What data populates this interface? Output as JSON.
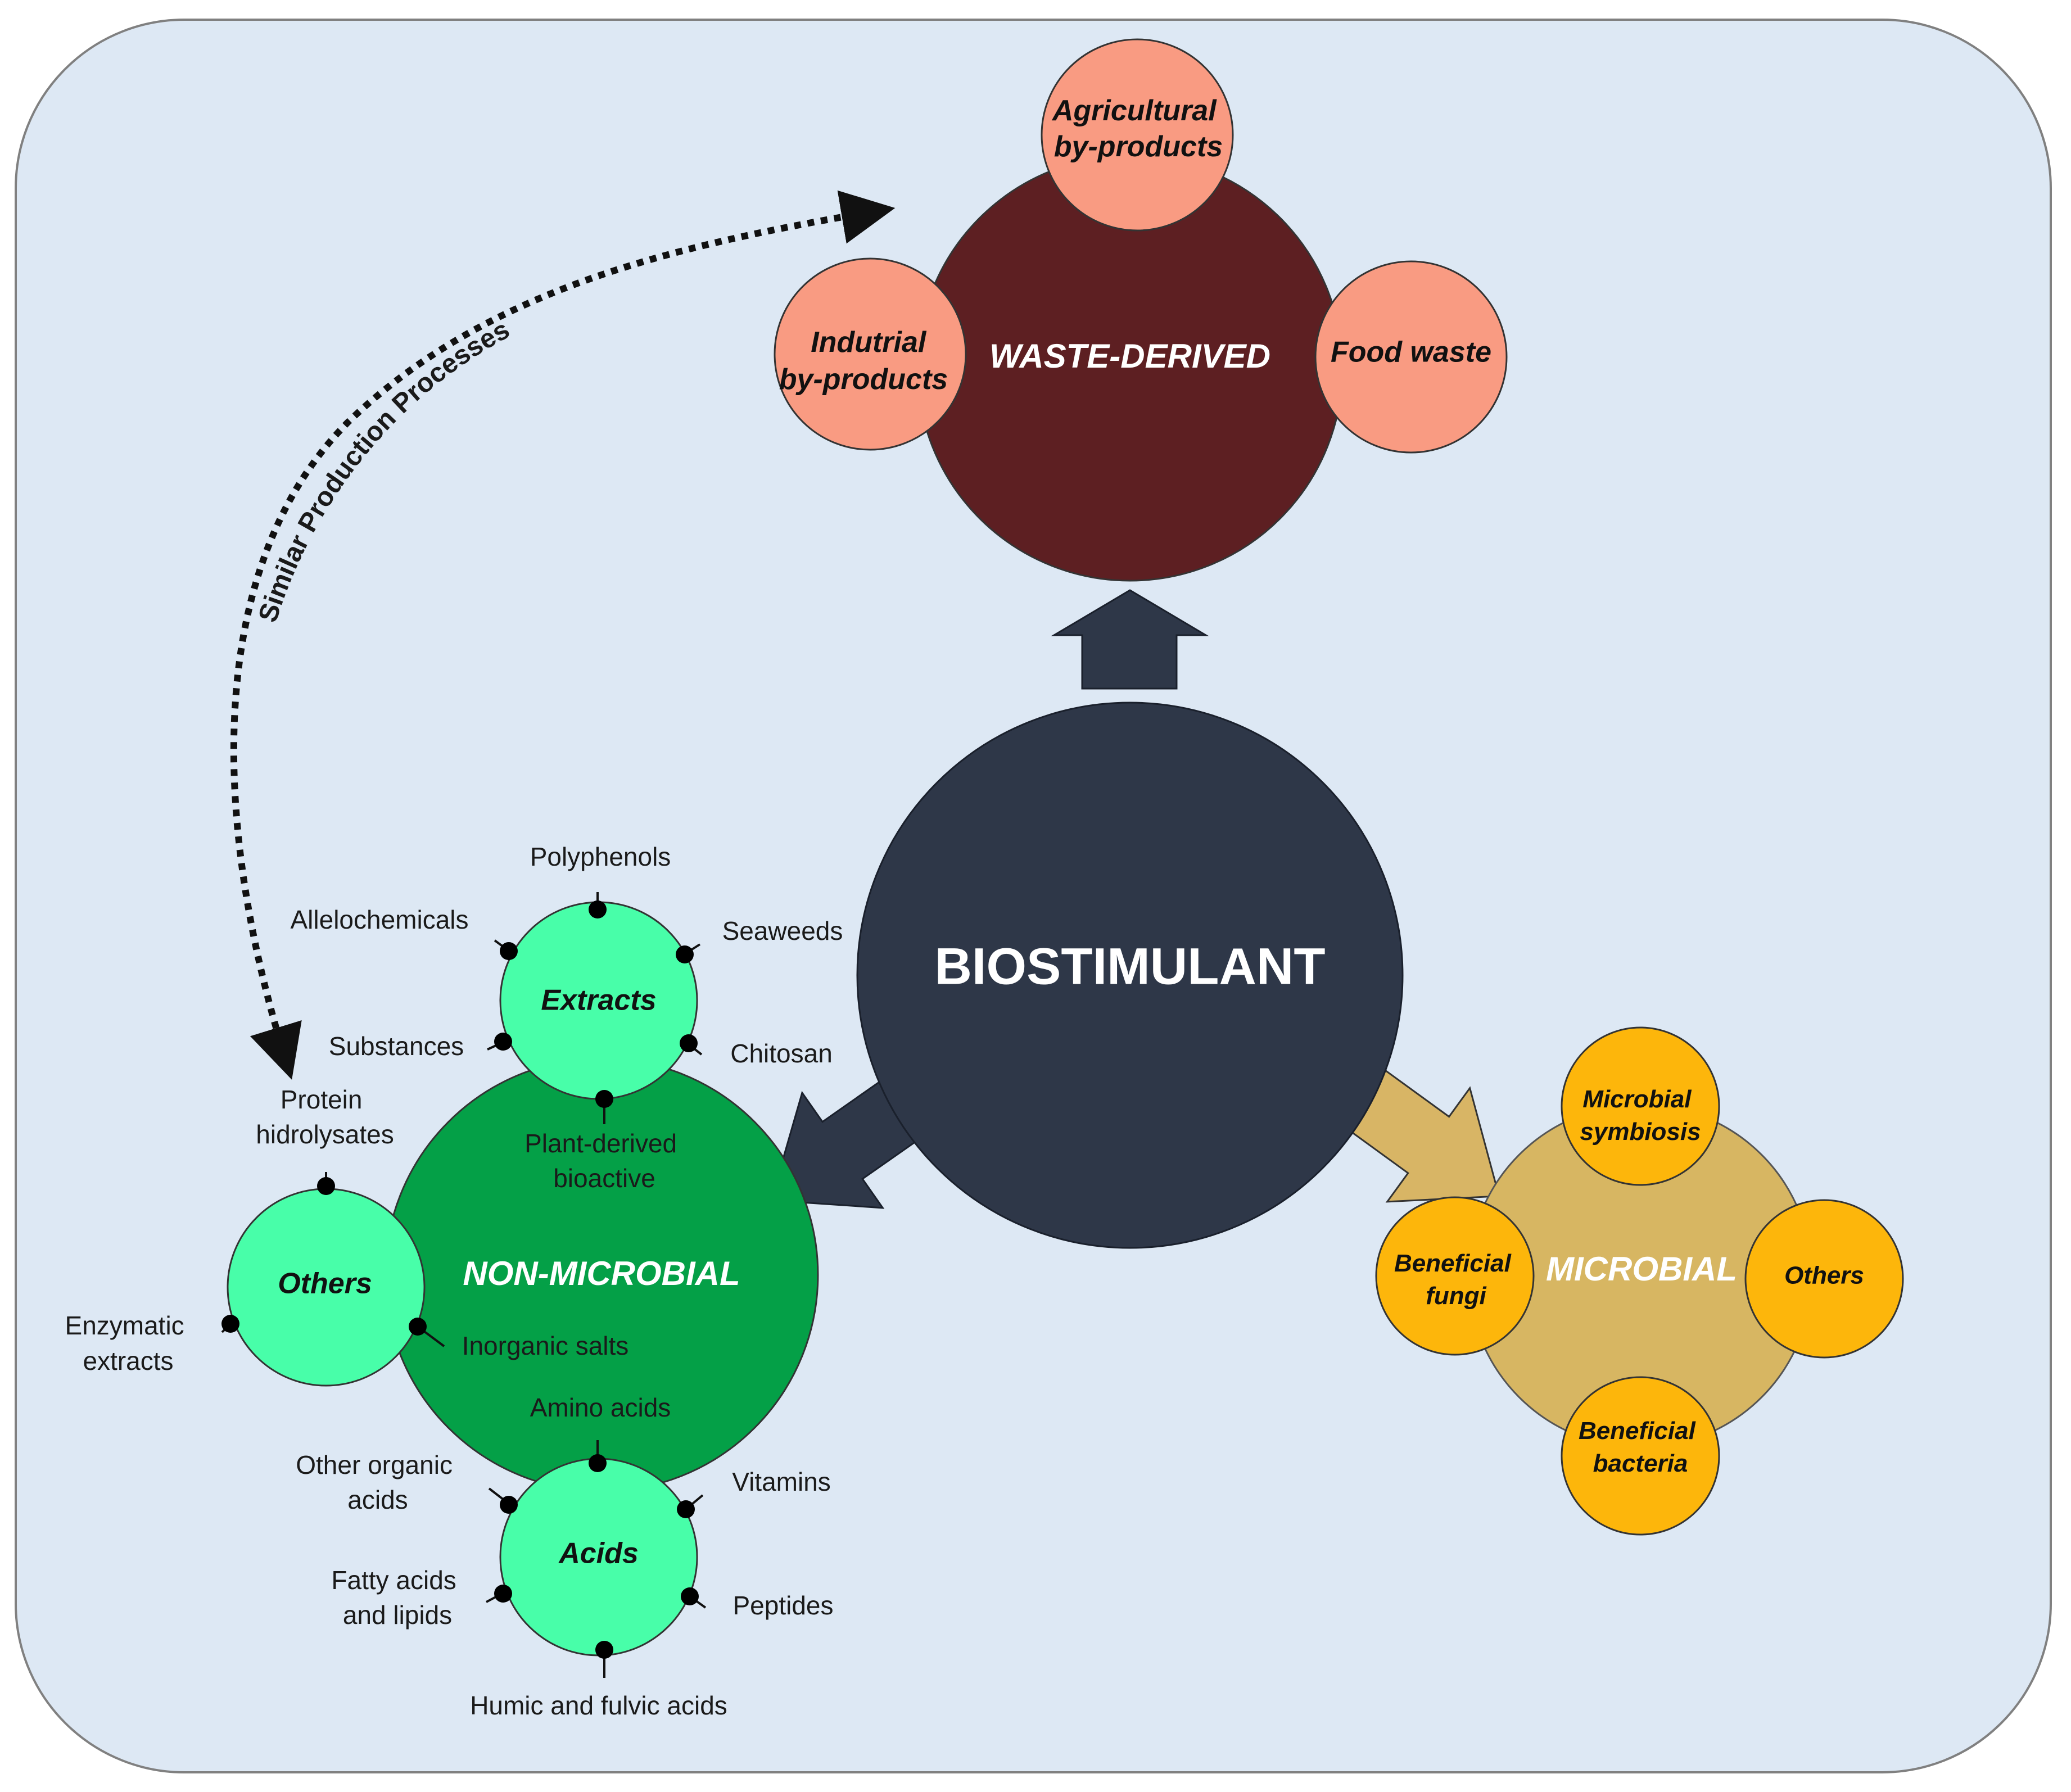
{
  "center": {
    "label": "BIOSTIMULANT"
  },
  "connector": {
    "label": "Similar Production Processes"
  },
  "waste_derived": {
    "label": "WASTE-DERIVED",
    "agricultural": [
      "Agricultural",
      "by-products"
    ],
    "industrial": [
      "Indutrial",
      "by-products"
    ],
    "food": [
      "Food waste"
    ]
  },
  "microbial": {
    "label": "MICROBIAL",
    "symbiosis": [
      "Microbial",
      "symbiosis"
    ],
    "fungi": [
      "Beneficial",
      "fungi"
    ],
    "others": [
      "Others"
    ],
    "bacteria": [
      "Beneficial",
      "bacteria"
    ]
  },
  "non_microbial": {
    "label": "NON-MICROBIAL",
    "extracts": {
      "label": "Extracts",
      "items": {
        "polyphenols": [
          "Polyphenols"
        ],
        "allelochemicals": [
          "Allelochemicals"
        ],
        "seaweeds": [
          "Seaweeds"
        ],
        "substances": [
          "Substances"
        ],
        "chitosan": [
          "Chitosan"
        ],
        "plant_derived": [
          "Plant-derived",
          "bioactive"
        ]
      }
    },
    "others": {
      "label": "Others",
      "items": {
        "protein": [
          "Protein",
          "hidrolysates"
        ],
        "enzymatic": [
          "Enzymatic",
          "extracts"
        ],
        "inorganic": [
          "Inorganic salts"
        ]
      }
    },
    "acids": {
      "label": "Acids",
      "items": {
        "amino": [
          "Amino acids"
        ],
        "other_organic": [
          "Other organic",
          "acids"
        ],
        "vitamins": [
          "Vitamins"
        ],
        "fatty": [
          "Fatty acids",
          "and  lipids"
        ],
        "peptides": [
          "Peptides"
        ],
        "humic": [
          "Humic and fulvic acids"
        ]
      }
    }
  },
  "colors": {
    "background": "#dde8f4",
    "center": "#2e3748",
    "waste": "#5d1f22",
    "waste_node": "#f99b82",
    "non_microbial": "#04a047",
    "sub_node": "#48fea9",
    "microbial": "#d7b662",
    "microbial_node": "#fdb60b",
    "microbial_arrow": "#d8b565"
  },
  "icons": {
    "arrow_dark": "block-arrow",
    "arrow_gold": "block-arrow",
    "connector": "dotted-double-arrow"
  }
}
